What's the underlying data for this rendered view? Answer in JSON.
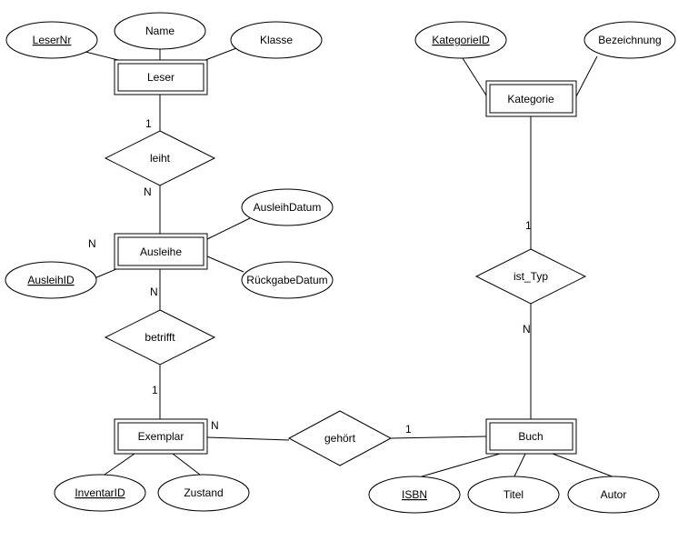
{
  "diagram": {
    "entities": {
      "leser": "Leser",
      "ausleihe": "Ausleihe",
      "exemplar": "Exemplar",
      "buch": "Buch",
      "kategorie": "Kategorie"
    },
    "relationships": {
      "leiht": "leiht",
      "betrifft": "betrifft",
      "gehoert": "gehört",
      "ist_typ": "ist_Typ"
    },
    "attributes": {
      "leser_nr": "LeserNr",
      "name": "Name",
      "klasse": "Klasse",
      "ausleih_datum": "AusleihDatum",
      "ausleih_id": "AusleihID",
      "rueckgabe_datum": "RückgabeDatum",
      "inventar_id": "InventarID",
      "zustand": "Zustand",
      "isbn": "ISBN",
      "titel": "Titel",
      "autor": "Autor",
      "kategorie_id": "KategorieID",
      "bezeichnung": "Bezeichnung"
    },
    "cardinalities": {
      "leser_leiht": "1",
      "leiht_ausleihe": "N",
      "ausleihe_left": "N",
      "ausleihe_betrifft": "N",
      "betrifft_exemplar": "1",
      "exemplar_gehoert": "N",
      "gehoert_buch": "1",
      "kategorie_ist_typ": "1",
      "ist_typ_buch": "N"
    }
  }
}
